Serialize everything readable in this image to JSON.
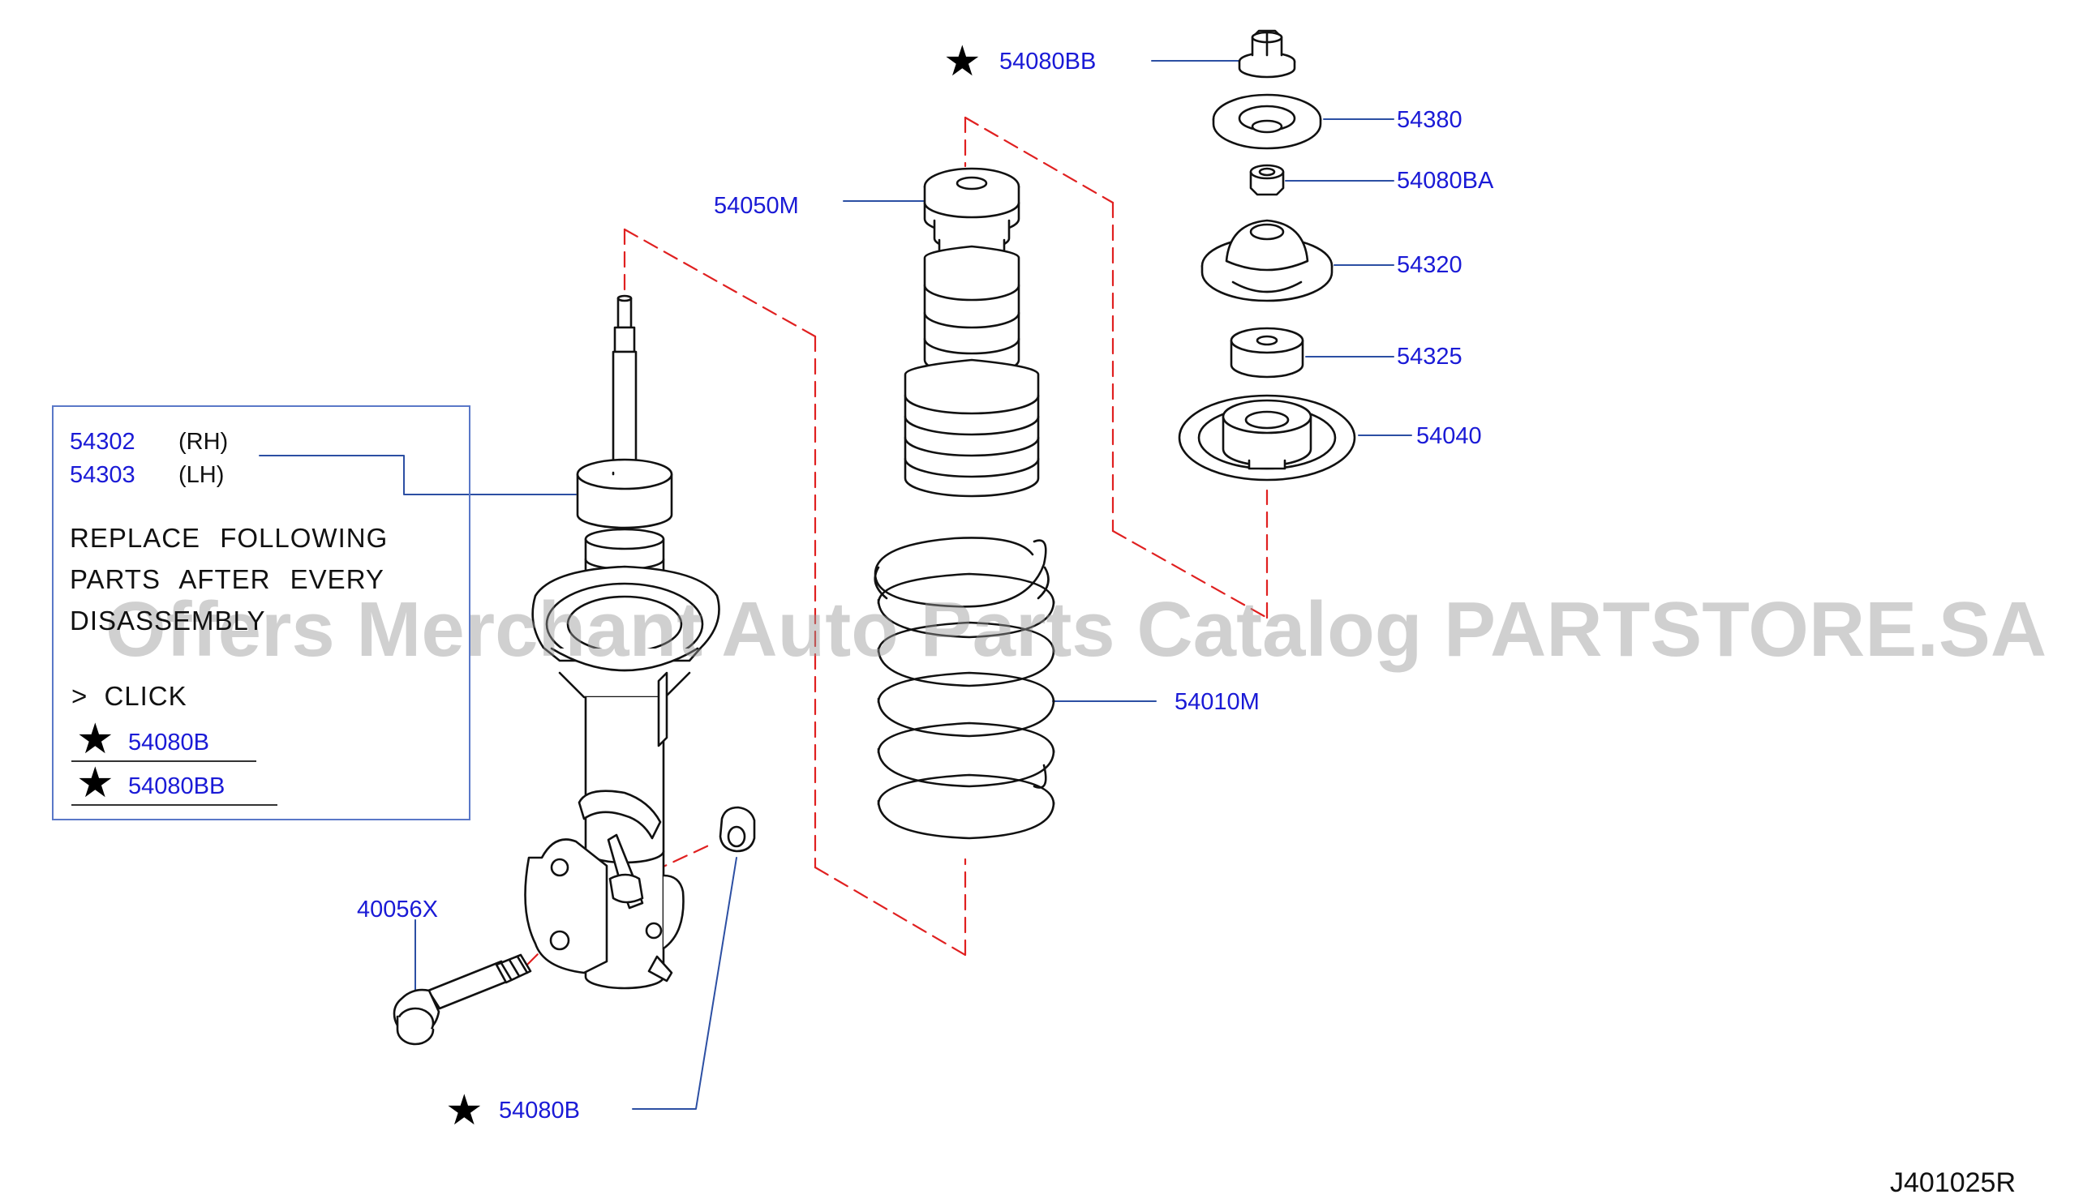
{
  "callouts": {
    "nut_top": "54080BB",
    "washer_top": "54380",
    "nut_small": "54080BA",
    "mount_insulator": "54320",
    "bound_bumper": "54325",
    "spring_seat": "54040",
    "bump_stopper": "54050M",
    "coil_spring": "54010M",
    "bolt": "40056X",
    "nut_bottom": "54080B"
  },
  "info_box": {
    "part_rh_num": "54302",
    "part_rh_side": "(RH)",
    "part_lh_num": "54303",
    "part_lh_side": "(LH)",
    "note_line1": "REPLACE FOLLOWING",
    "note_line2": "PARTS AFTER EVERY",
    "note_line3": "DISASSEMBLY",
    "click_label": "> CLICK",
    "link1": "54080B",
    "link2": "54080BB"
  },
  "watermark": "Offers Merchant Auto Parts Catalog PARTSTORE.SA",
  "diagram_code": "J401025R",
  "colors": {
    "link": "#1a1ad6",
    "leader": "#2c4fa3",
    "dashed": "#e02020",
    "outline": "#111111"
  },
  "icons": {
    "star": "filled-star-icon"
  }
}
